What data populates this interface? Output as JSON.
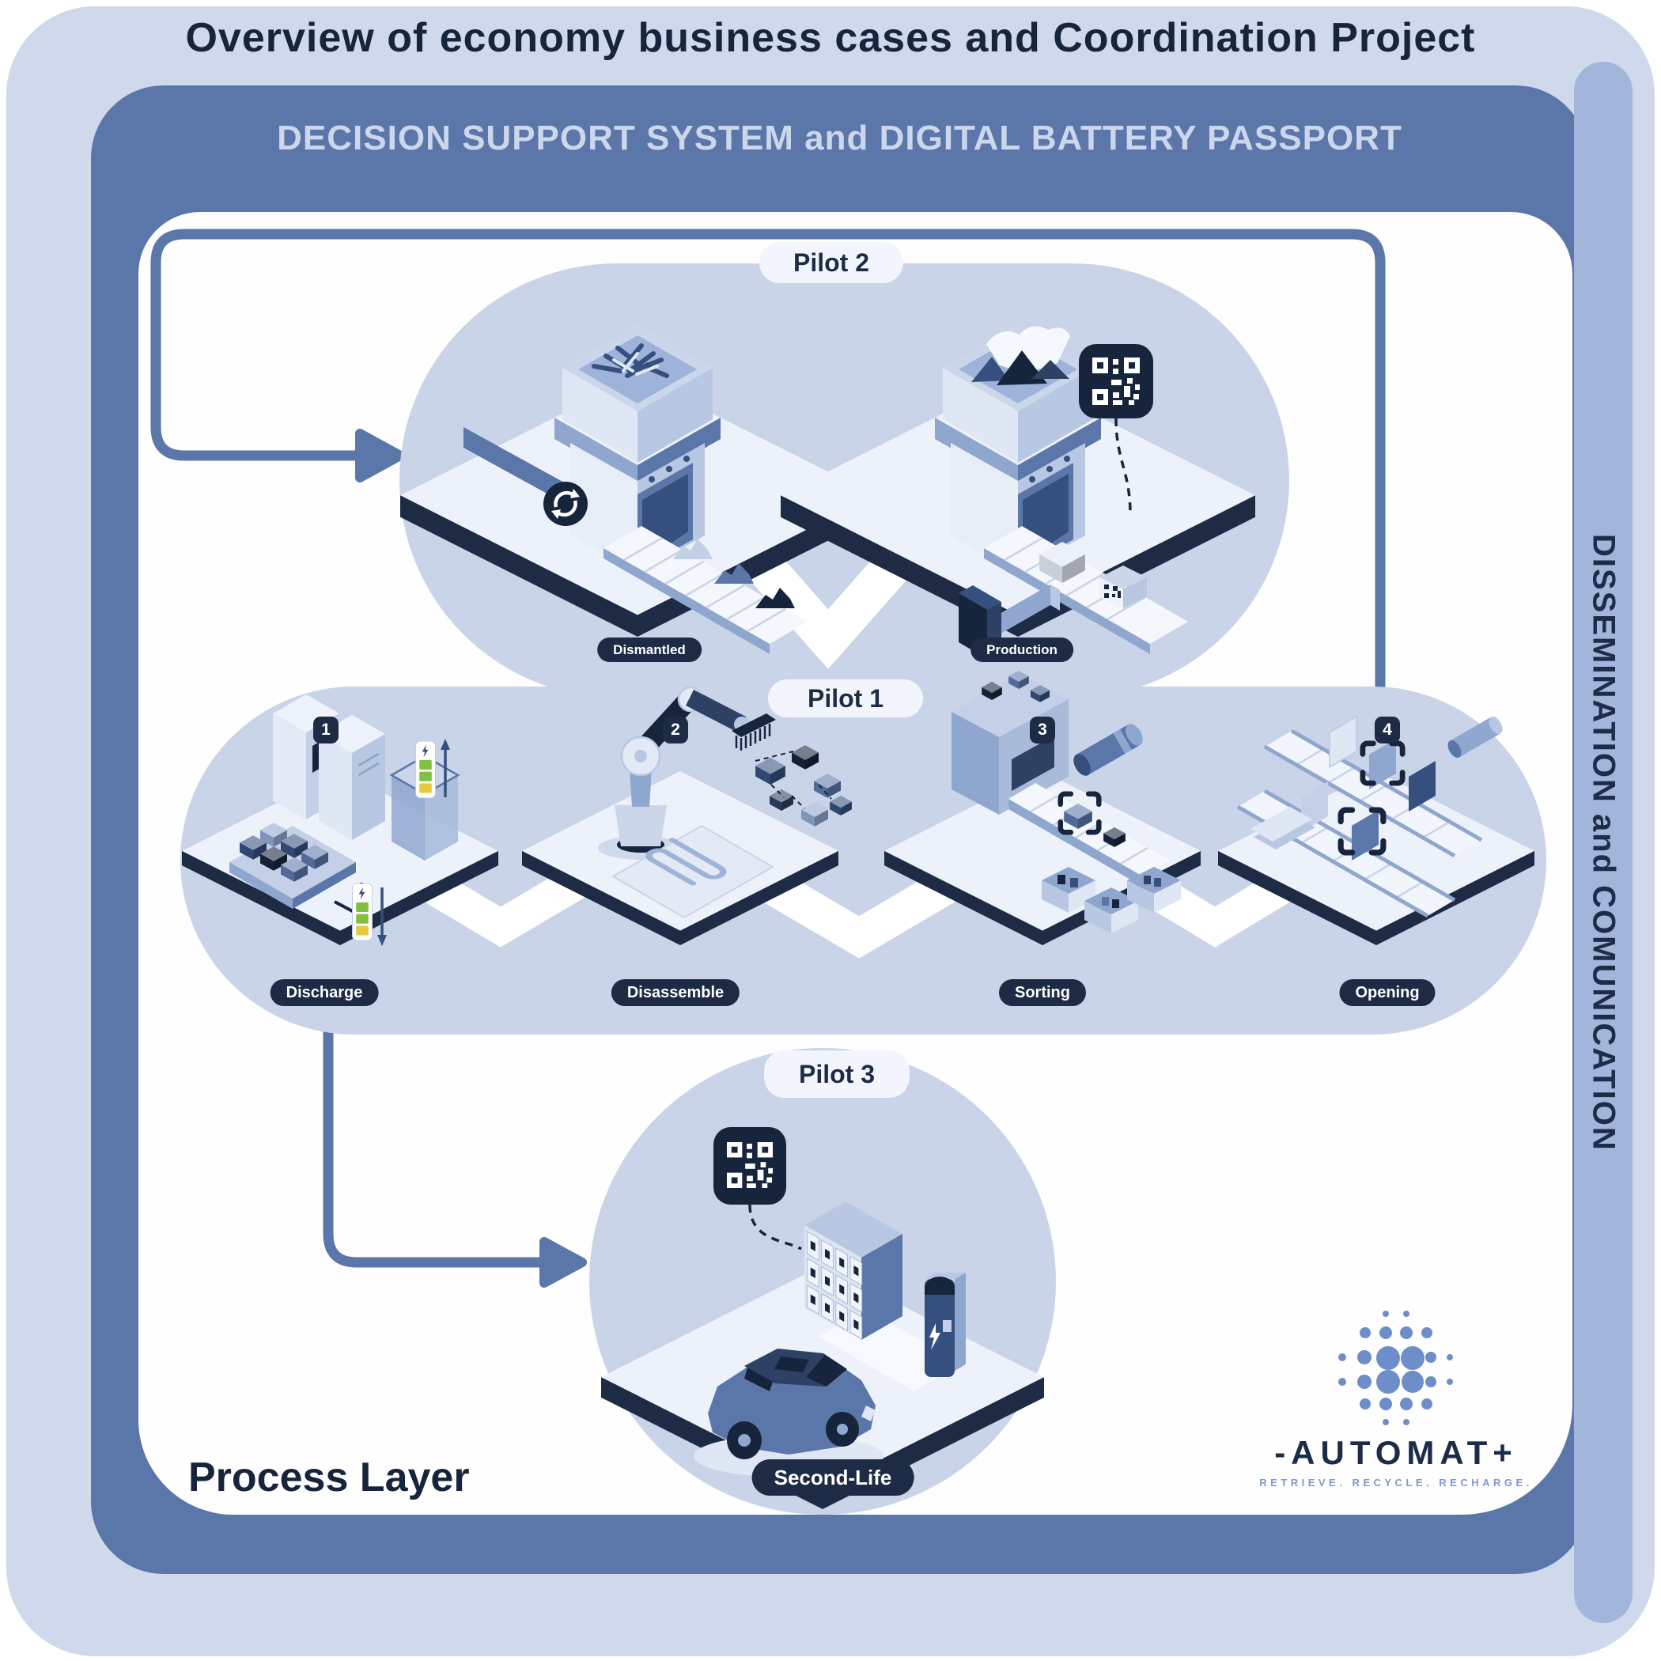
{
  "title": "Overview of economy business cases and Coordination Project",
  "frame": {
    "header": "DECISION SUPPORT SYSTEM and DIGITAL BATTERY PASSPORT"
  },
  "side_banner": {
    "label": "DISSEMINATION and COMUNICATION"
  },
  "process_layer": {
    "label": "Process Layer"
  },
  "pilots": [
    {
      "id": "pilot-2",
      "name": "Pilot 2",
      "stations": [
        {
          "label": "Dismantled"
        },
        {
          "label": "Production"
        }
      ]
    },
    {
      "id": "pilot-1",
      "name": "Pilot 1",
      "stations": [
        {
          "number": "1",
          "label": "Discharge"
        },
        {
          "number": "2",
          "label": "Disassemble"
        },
        {
          "number": "3",
          "label": "Sorting"
        },
        {
          "number": "4",
          "label": "Opening"
        }
      ]
    },
    {
      "id": "pilot-3",
      "name": "Pilot 3",
      "stations": [
        {
          "label": "Second-Life"
        }
      ]
    }
  ],
  "logo": {
    "wordmark": "-AUTOMAT+",
    "tagline": "RETRIEVE. RECYCLE. RECHARGE."
  },
  "icons": {
    "qr": "qr-code-icon",
    "recycle": "recycle-icon",
    "lightning": "lightning-icon",
    "scan_frame": "scan-frame-icon",
    "flow_arrow": "flow-arrow-icon",
    "battery_indicator": "battery-level-icon"
  },
  "colors": {
    "frame_blue": "#5b76a9",
    "panel": "#d0d9ec",
    "side_band": "#a2b6db",
    "blob": "#c9d4e9",
    "navy": "#1d2b45",
    "logo_blue": "#6d8ec9",
    "battery_green": "#7fc13f",
    "battery_yellow": "#e7c93e"
  }
}
